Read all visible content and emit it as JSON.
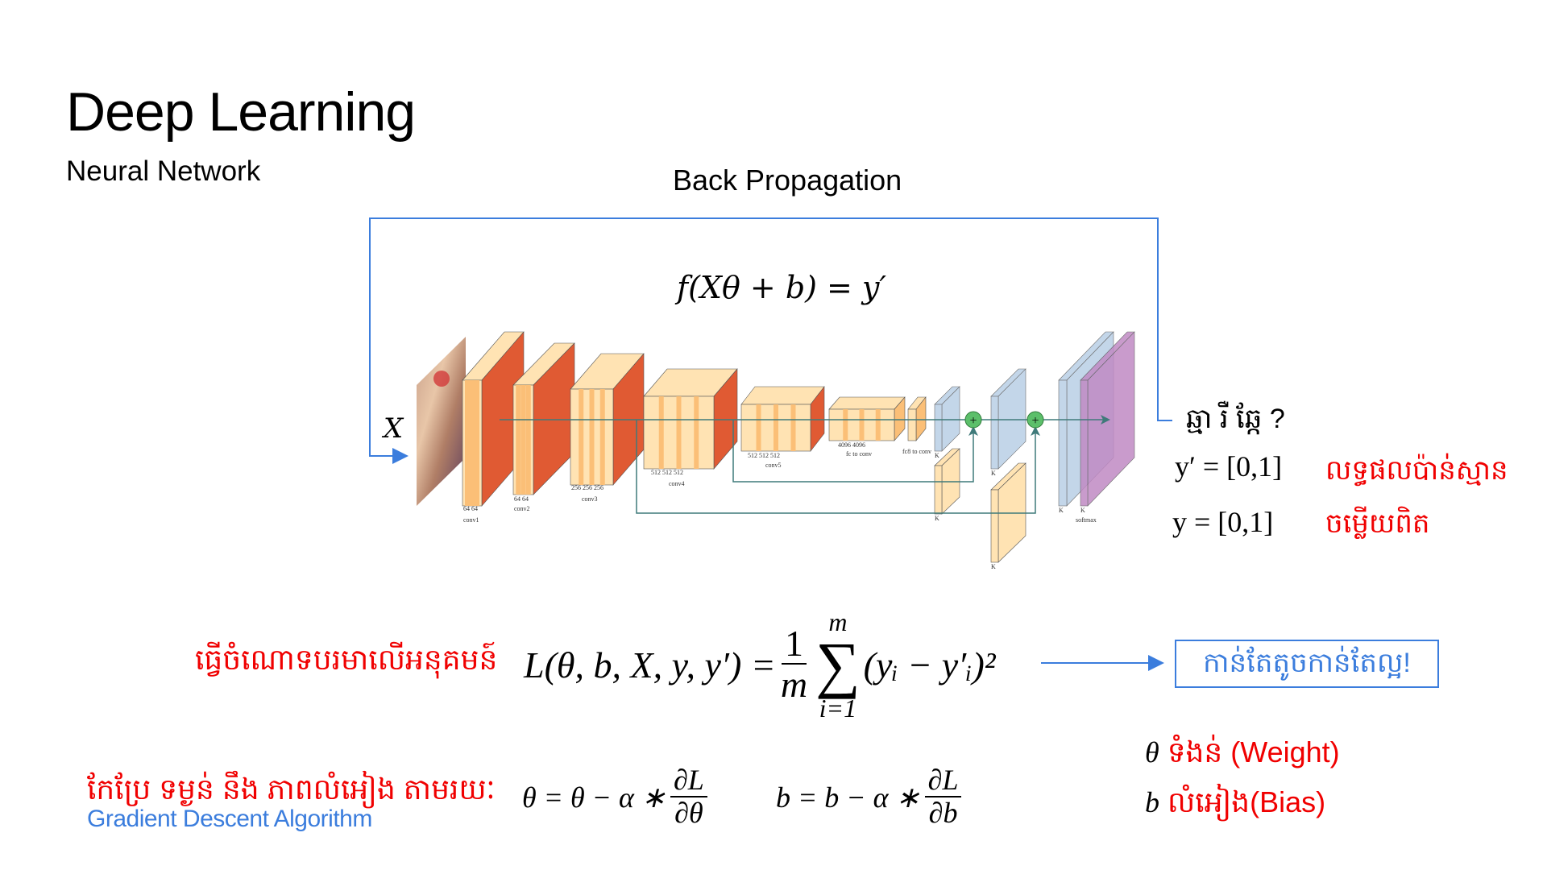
{
  "header": {
    "title": "Deep Learning",
    "subtitle": "Neural Network"
  },
  "diagram": {
    "loop_label": "Back Propagation",
    "function": "f(Xθ + b) = y′",
    "input_label": "X",
    "layer_labels": [
      "conv1",
      "conv2",
      "conv3",
      "conv4",
      "conv5",
      "fc to conv",
      "fc8 to conv",
      "softmax"
    ],
    "size_labels": {
      "conv1": "64 64",
      "conv2": "64 64",
      "conv3": "256 256 256",
      "conv4": "512 512 512",
      "conv5": "512 512 512",
      "fc": "4096 4096",
      "k": "K"
    },
    "colors": {
      "loop_line": "#3b7ddd",
      "conv_face": "#ffe3b3",
      "conv_stripe": "#fbbf77",
      "conv_side": "#e05a33",
      "upsample": "#b9cfe6",
      "score": "#c08ac4",
      "skip_line": "#3f7a7a",
      "sum_node": "#5cbf6a"
    }
  },
  "output": {
    "question": "ឆ្មា រឺ ឆ្កែ ?",
    "prediction": "y′ = [0,1]",
    "prediction_label": "លទ្ធផលប៉ាន់ស្មាន",
    "truth": "y = [0,1]",
    "truth_label": "ចម្លើយពិត"
  },
  "loss": {
    "label": "ធ្វើចំណោទបរមាលើអនុគមន៍",
    "lhs": "L(θ, b, X, y, y′) =",
    "frac_num": "1",
    "frac_den": "m",
    "sum_top": "m",
    "sum_sym": "∑",
    "sum_bottom": "i=1",
    "term": "(yᵢ − y′ᵢ)²",
    "goal": "កាន់តែតូចកាន់តែល្អ!"
  },
  "params": {
    "weight_sym": "θ",
    "weight_label": "ទំងន់ (Weight)",
    "bias_sym": "b",
    "bias_label": "លំអៀង(Bias)"
  },
  "update": {
    "label": "កែប្រែ ទម្ងន់ នឹង ភាពលំអៀង តាមរយៈ",
    "algorithm": "Gradient Descent Algorithm",
    "theta_lhs": "θ = θ − α ∗",
    "theta_num": "∂L",
    "theta_den": "∂θ",
    "b_lhs": "b = b − α ∗",
    "b_num": "∂L",
    "b_den": "∂b"
  }
}
